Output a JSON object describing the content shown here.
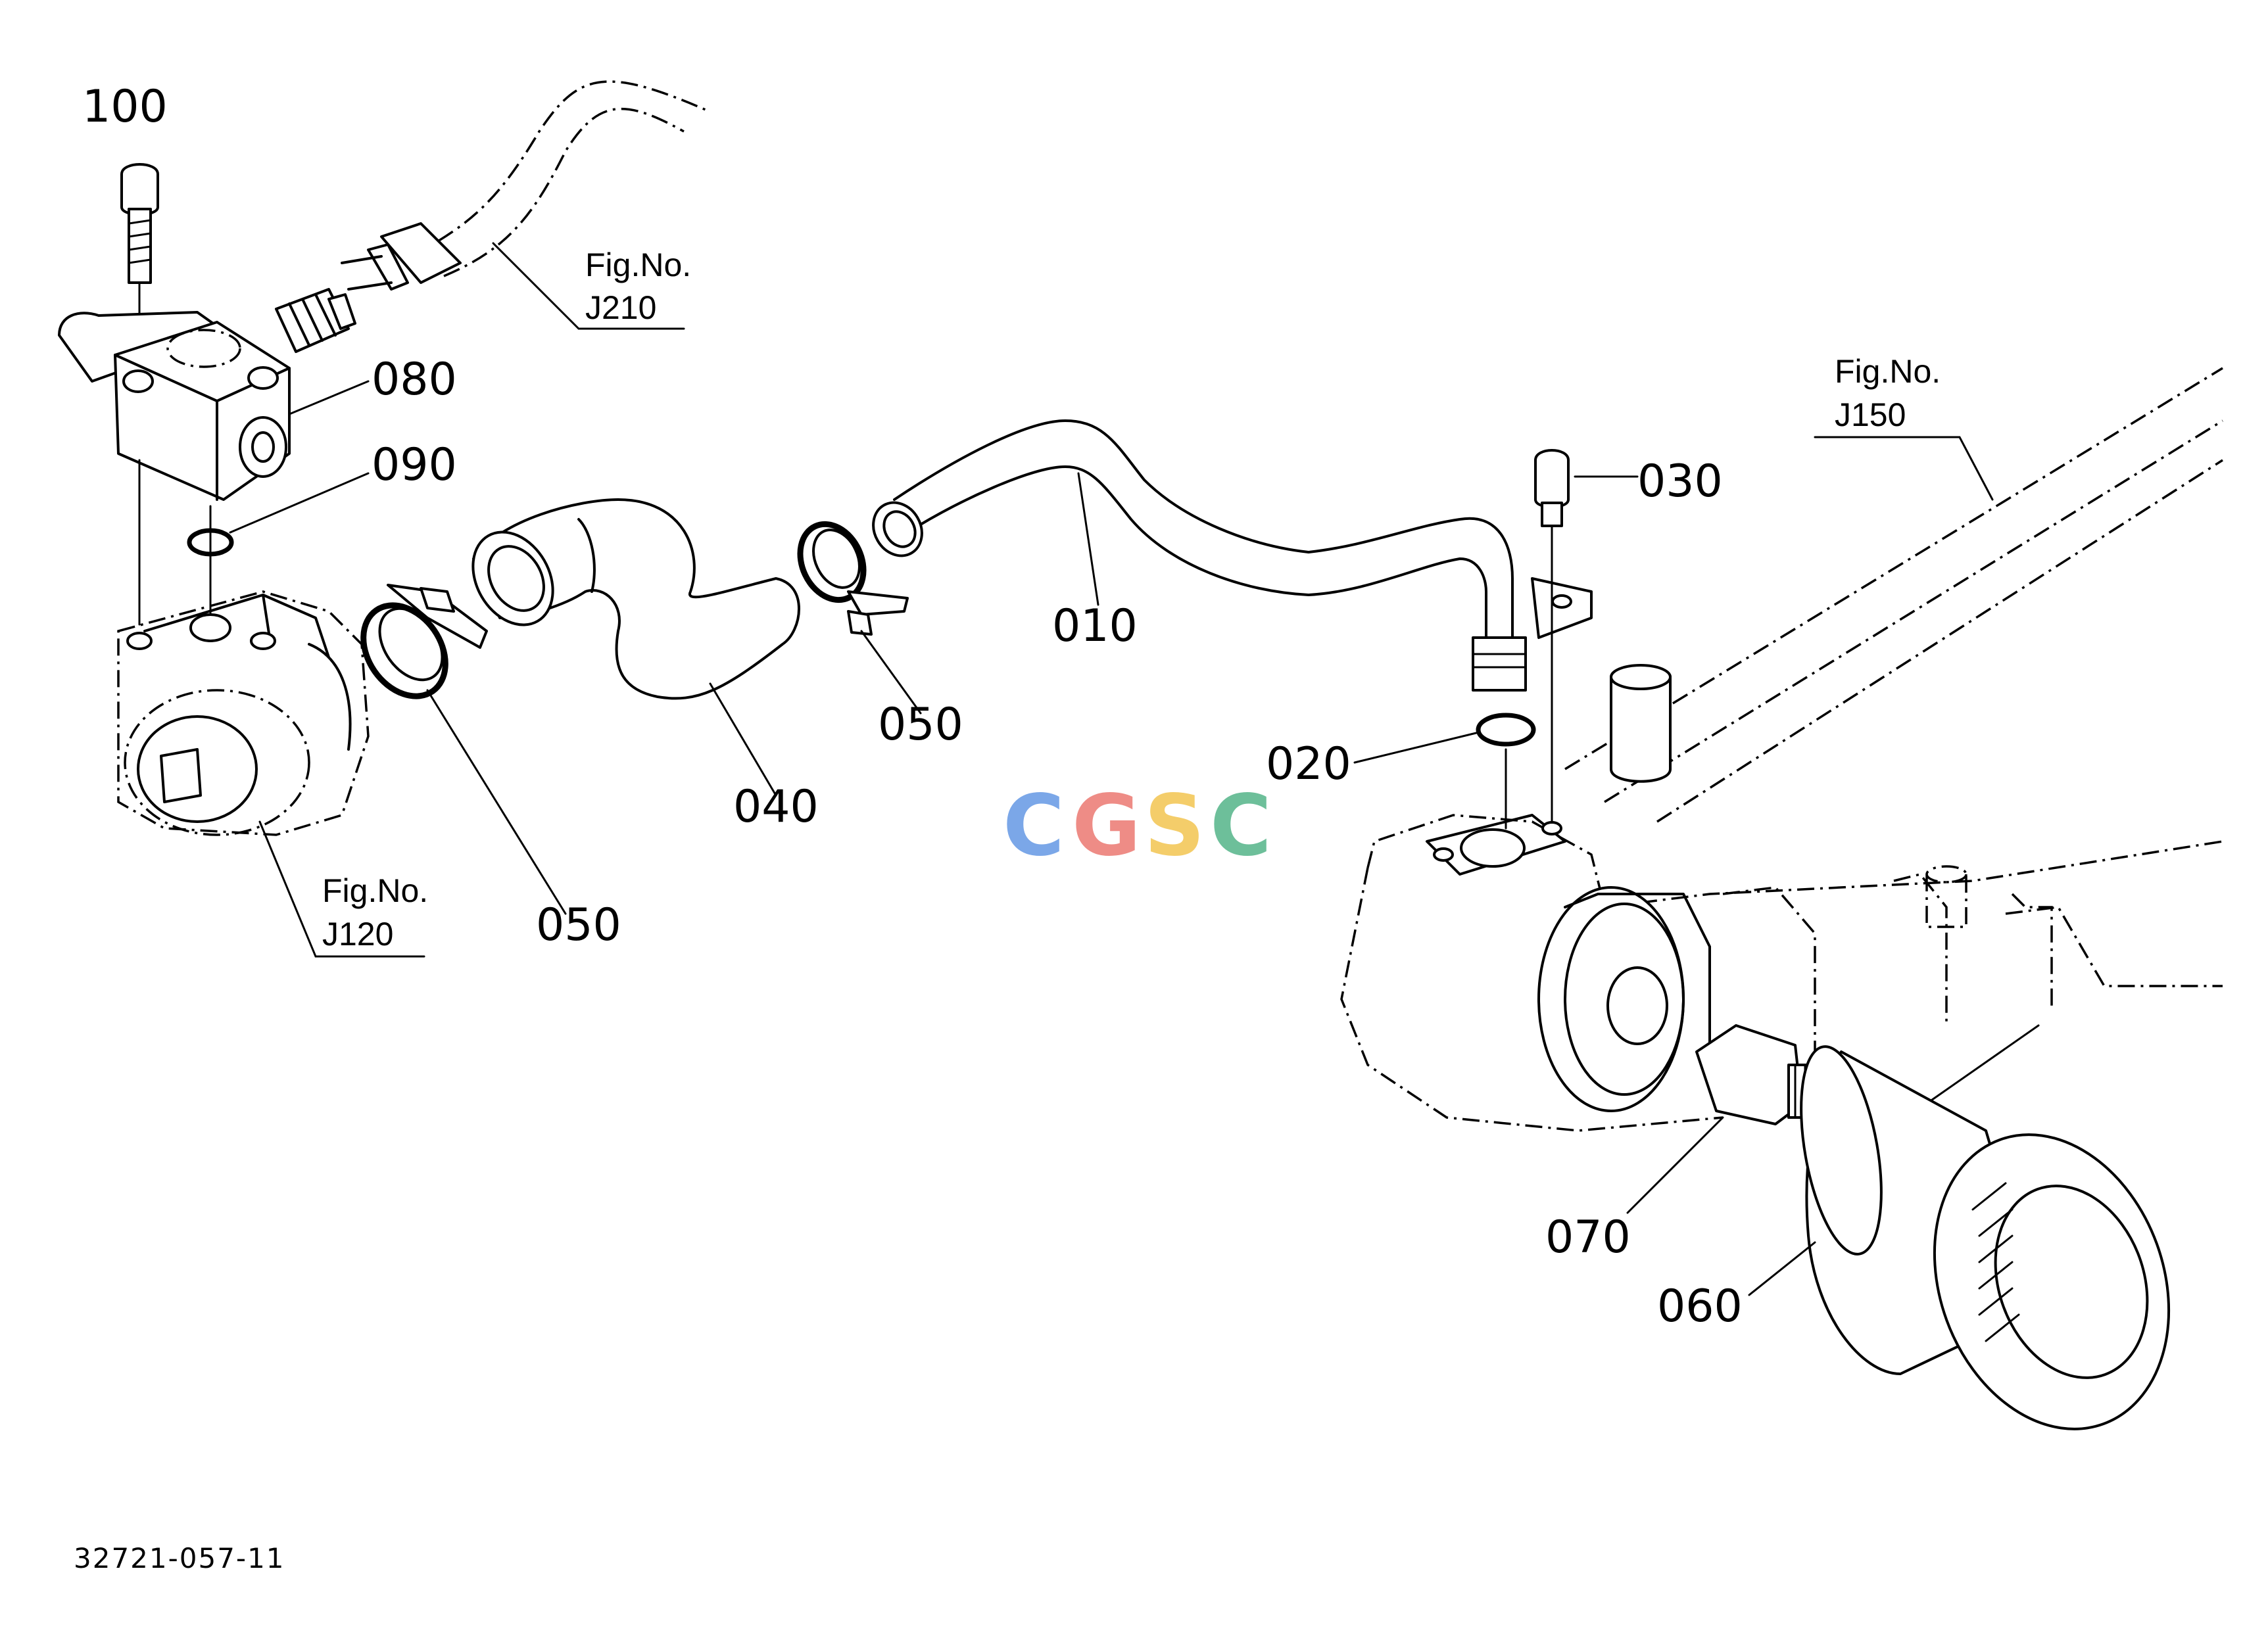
{
  "parts": {
    "p100": "100",
    "p080": "080",
    "p090": "090",
    "p050a": "050",
    "p040": "040",
    "p050b": "050",
    "p010": "010",
    "p030": "030",
    "p020": "020",
    "p070": "070",
    "p060": "060"
  },
  "figure_refs": {
    "j210": {
      "title": "Fig.No.",
      "number": "J210"
    },
    "j150": {
      "title": "Fig.No.",
      "number": "J150"
    },
    "j120": {
      "title": "Fig.No.",
      "number": "J120"
    }
  },
  "drawing_code": "32721-057-11",
  "watermark": {
    "letters": [
      "C",
      "G",
      "S",
      "C"
    ],
    "colors": [
      "#7BA7E8",
      "#EE8C86",
      "#F4CD6A",
      "#6DBF9A"
    ]
  }
}
